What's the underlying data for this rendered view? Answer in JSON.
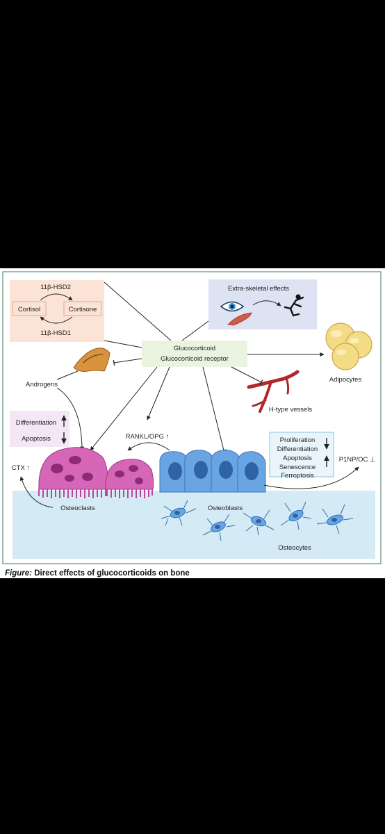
{
  "labels": {
    "hsd2": "11β-HSD2",
    "hsd1": "11β-HSD1",
    "cortisol": "Cortisol",
    "cortisone": "Cortisone",
    "extra_skeletal": "Extra-skeletal effects",
    "gc_line1": "Glucocorticoid",
    "gc_line2": "Glucocorticoid receptor",
    "adipocytes": "Adipocytes",
    "androgens": "Androgens",
    "htype": "H-type vessels",
    "differentiation": "Differentiation",
    "apoptosis": "Apoptosis",
    "rankl": "RANKL/OPG ↑",
    "ctx": "CTX ↑",
    "osteoclasts": "Osteoclasts",
    "osteoblasts": "Osteoblasts",
    "osteocytes": "Osteocytes",
    "p1np": "P1NP/OC ⊥",
    "proliferation": "Proliferation",
    "ob_differentiation": "Differentiation",
    "ob_apoptosis": "Apoptosis",
    "senescence": "Senescence",
    "ferroptosis": "Ferroptosis"
  },
  "caption": {
    "lead": "Figure:",
    "text": "Direct effects of glucocorticoids on bone"
  },
  "colors": {
    "frame": "#5a8f7a",
    "enzyme_box": "#fbe3d6",
    "extra_box": "#dde3f3",
    "gc_box": "#e9f3e0",
    "osteoclast": "#d667b8",
    "osteoblast": "#6aa5e3",
    "bone": "#d4eaf4",
    "vessel": "#b0282a",
    "fat": "#f4dc86"
  }
}
